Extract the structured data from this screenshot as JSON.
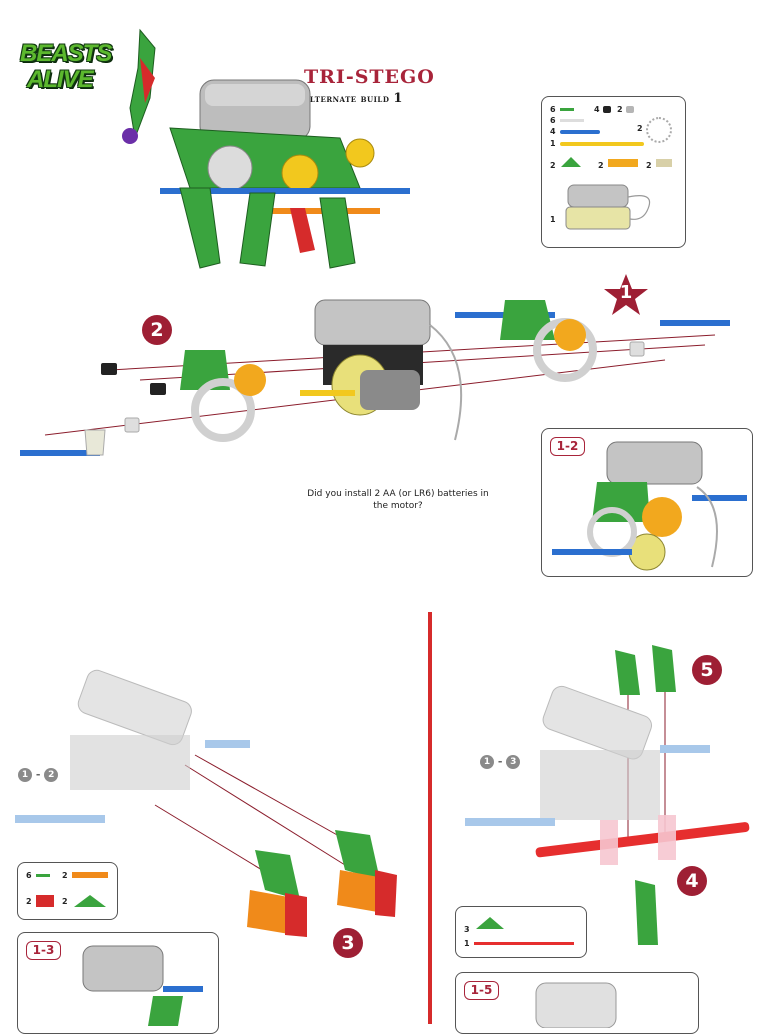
{
  "logo": {
    "line1": "BEASTS",
    "line2": "ALIVE"
  },
  "header": {
    "title": "TRI-STEGO",
    "subtitle_prefix": "alternate build",
    "subtitle_number": "1"
  },
  "parts_box_top": {
    "rows": [
      {
        "qty": "6",
        "part": "green-connector-rod"
      },
      {
        "qty": "4",
        "part": "black-bushing"
      },
      {
        "qty": "2",
        "part": "grey-spacer"
      },
      {
        "qty": "6",
        "part": "white-connector-rod"
      },
      {
        "qty": "4",
        "part": "blue-rod"
      },
      {
        "qty": "2",
        "part": "white-gear"
      },
      {
        "qty": "1",
        "part": "yellow-rod"
      },
      {
        "qty": "2",
        "part": "green-half-gear"
      },
      {
        "qty": "2",
        "part": "yellow-gear-rack"
      },
      {
        "qty": "2",
        "part": "tan-connector"
      },
      {
        "qty": "1",
        "part": "motor-battery-box"
      }
    ]
  },
  "steps": {
    "s1": "1",
    "s2": "2",
    "s3": "3",
    "s4": "4",
    "s5": "5"
  },
  "badges": {
    "b12": "1-2",
    "b13": "1-3",
    "b15": "1-5"
  },
  "refs": {
    "r12_a": "1",
    "r12_b": "2",
    "r13_a": "1",
    "r13_b": "3",
    "dash": "-"
  },
  "note": "Did you install 2 AA (or LR6) batteries in the motor?",
  "parts_box_step3": {
    "rows": [
      {
        "qty": "6",
        "part": "green-connector-rod"
      },
      {
        "qty": "2",
        "part": "orange-rack"
      },
      {
        "qty": "2",
        "part": "red-comb-connector"
      },
      {
        "qty": "2",
        "part": "green-half-gear"
      }
    ]
  },
  "parts_box_step45": {
    "rows": [
      {
        "qty": "3",
        "part": "green-half-gear"
      },
      {
        "qty": "1",
        "part": "red-long-rod"
      }
    ]
  },
  "colors": {
    "accent": "#a8243a",
    "divider": "#d62b2b",
    "green": "#2f9e3a",
    "blue": "#2b6fcf",
    "yellow": "#f2c81e"
  }
}
